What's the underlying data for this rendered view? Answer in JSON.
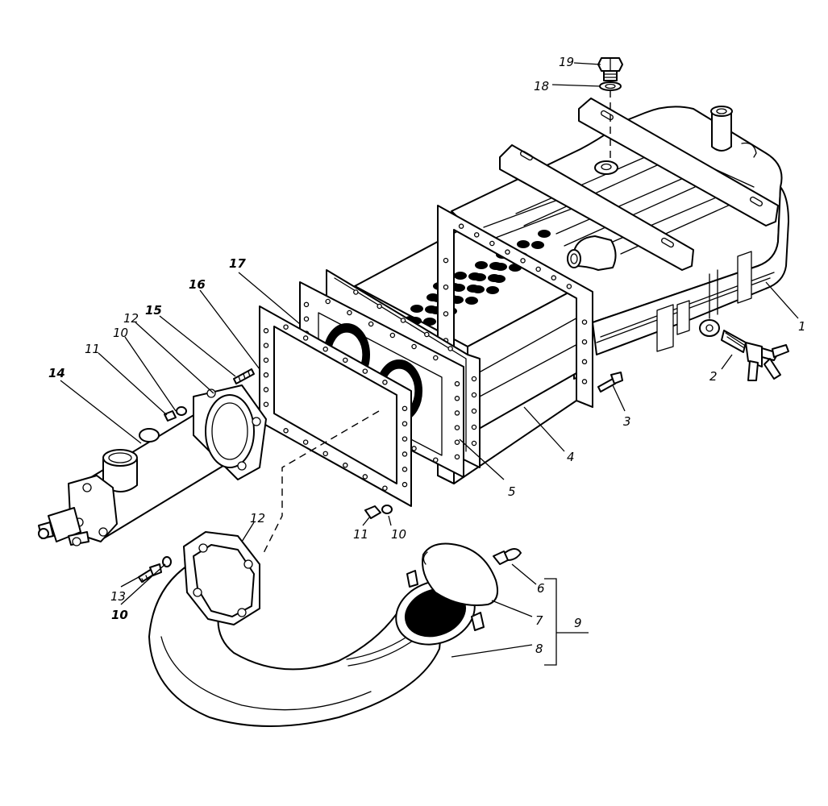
{
  "callouts": {
    "c1": "1",
    "c2": "2",
    "c3": "3",
    "c4": "4",
    "c5": "5",
    "c6": "6",
    "c7": "7",
    "c8": "8",
    "c9": "9",
    "c10a": "10",
    "c10b": "10",
    "c10c": "10",
    "c11a": "11",
    "c11b": "11",
    "c12a": "12",
    "c12b": "12",
    "c13": "13",
    "c14": "14",
    "c15": "15",
    "c16": "16",
    "c17": "17",
    "c18": "18",
    "c19": "19"
  }
}
